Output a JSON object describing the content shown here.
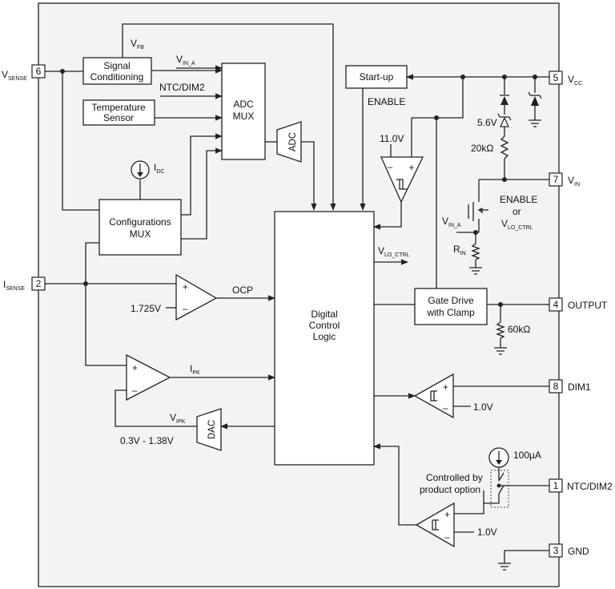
{
  "pins": [
    {
      "num": "6",
      "label": "V",
      "sub": "SENSE"
    },
    {
      "num": "2",
      "label": "I",
      "sub": "SENSE"
    },
    {
      "num": "5",
      "label": "V",
      "sub": "CC"
    },
    {
      "num": "7",
      "label": "V",
      "sub": "IN"
    },
    {
      "num": "4",
      "label": "OUTPUT",
      "sub": ""
    },
    {
      "num": "8",
      "label": "DIM1",
      "sub": ""
    },
    {
      "num": "1",
      "label": "NTC/DIM2",
      "sub": ""
    },
    {
      "num": "3",
      "label": "GND",
      "sub": ""
    }
  ],
  "blocks": {
    "signal_conditioning": [
      "Signal",
      "Conditioning"
    ],
    "temperature_sensor": [
      "Temperature",
      "Sensor"
    ],
    "adc_mux": [
      "ADC",
      "MUX"
    ],
    "configurations_mux": [
      "Configurations",
      "MUX"
    ],
    "start_up": "Start-up",
    "digital_control_logic": [
      "Digital",
      "Control",
      "Logic"
    ],
    "gate_drive": [
      "Gate Drive",
      "with Clamp"
    ],
    "adc": "ADC",
    "dac": "DAC"
  },
  "labels": {
    "vfb": {
      "main": "V",
      "sub": "FB"
    },
    "vin_a": {
      "main": "V",
      "sub": "IN_A"
    },
    "ntc_dim2_in": "NTC/DIM2",
    "idc": {
      "main": "I",
      "sub": "DC"
    },
    "enable_startup": "ENABLE",
    "v11": "11.0V",
    "zener_5v6": "5.6V",
    "r20k": "20kΩ",
    "enable_or": [
      "ENABLE",
      "or"
    ],
    "vlo_ctrl": {
      "main": "V",
      "sub": "LO_CTRL"
    },
    "vin_a2": {
      "main": "V",
      "sub": "IN_A"
    },
    "rin": {
      "main": "R",
      "sub": "IN"
    },
    "ocp": "OCP",
    "v1725": "1.725V",
    "ipk": {
      "main": "I",
      "sub": "PK"
    },
    "vipk": {
      "main": "V",
      "sub": "IPK"
    },
    "dac_range": "0.3V - 1.38V",
    "r60k": "60kΩ",
    "dim1_ref": "1.0V",
    "ntc_ref": "1.0V",
    "i100": "100µA",
    "controlled_by": [
      "Controlled by",
      "product option"
    ]
  },
  "colors": {
    "outline": "#222222",
    "chip_fill": "#f3f3f3",
    "pin_box": "#ffffff"
  }
}
